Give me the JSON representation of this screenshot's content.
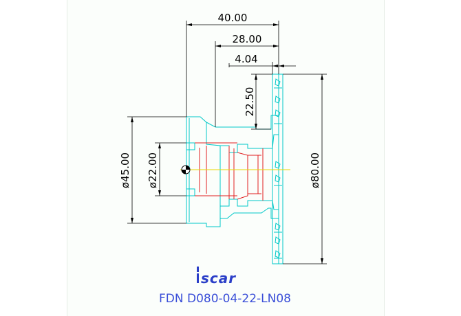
{
  "drawing": {
    "part_number": "FDN D080-04-22-LN08",
    "brand_logo_text": "iscar",
    "dimensions": {
      "overall_length": "40.00",
      "body_length": "28.00",
      "flange_thickness": "4.04",
      "radial_step": "22.50",
      "hub_diameter": "ø45.00",
      "bore_diameter": "ø22.00",
      "cutter_diameter": "ø80.00"
    }
  },
  "colors": {
    "dimension_lines": "#000000",
    "body_outline": "#00c8c8",
    "bore_section": "#e02020",
    "center_line": "#e8d800",
    "text_blue": "#3b4fd8",
    "logo_blue": "#2b3fc8"
  }
}
